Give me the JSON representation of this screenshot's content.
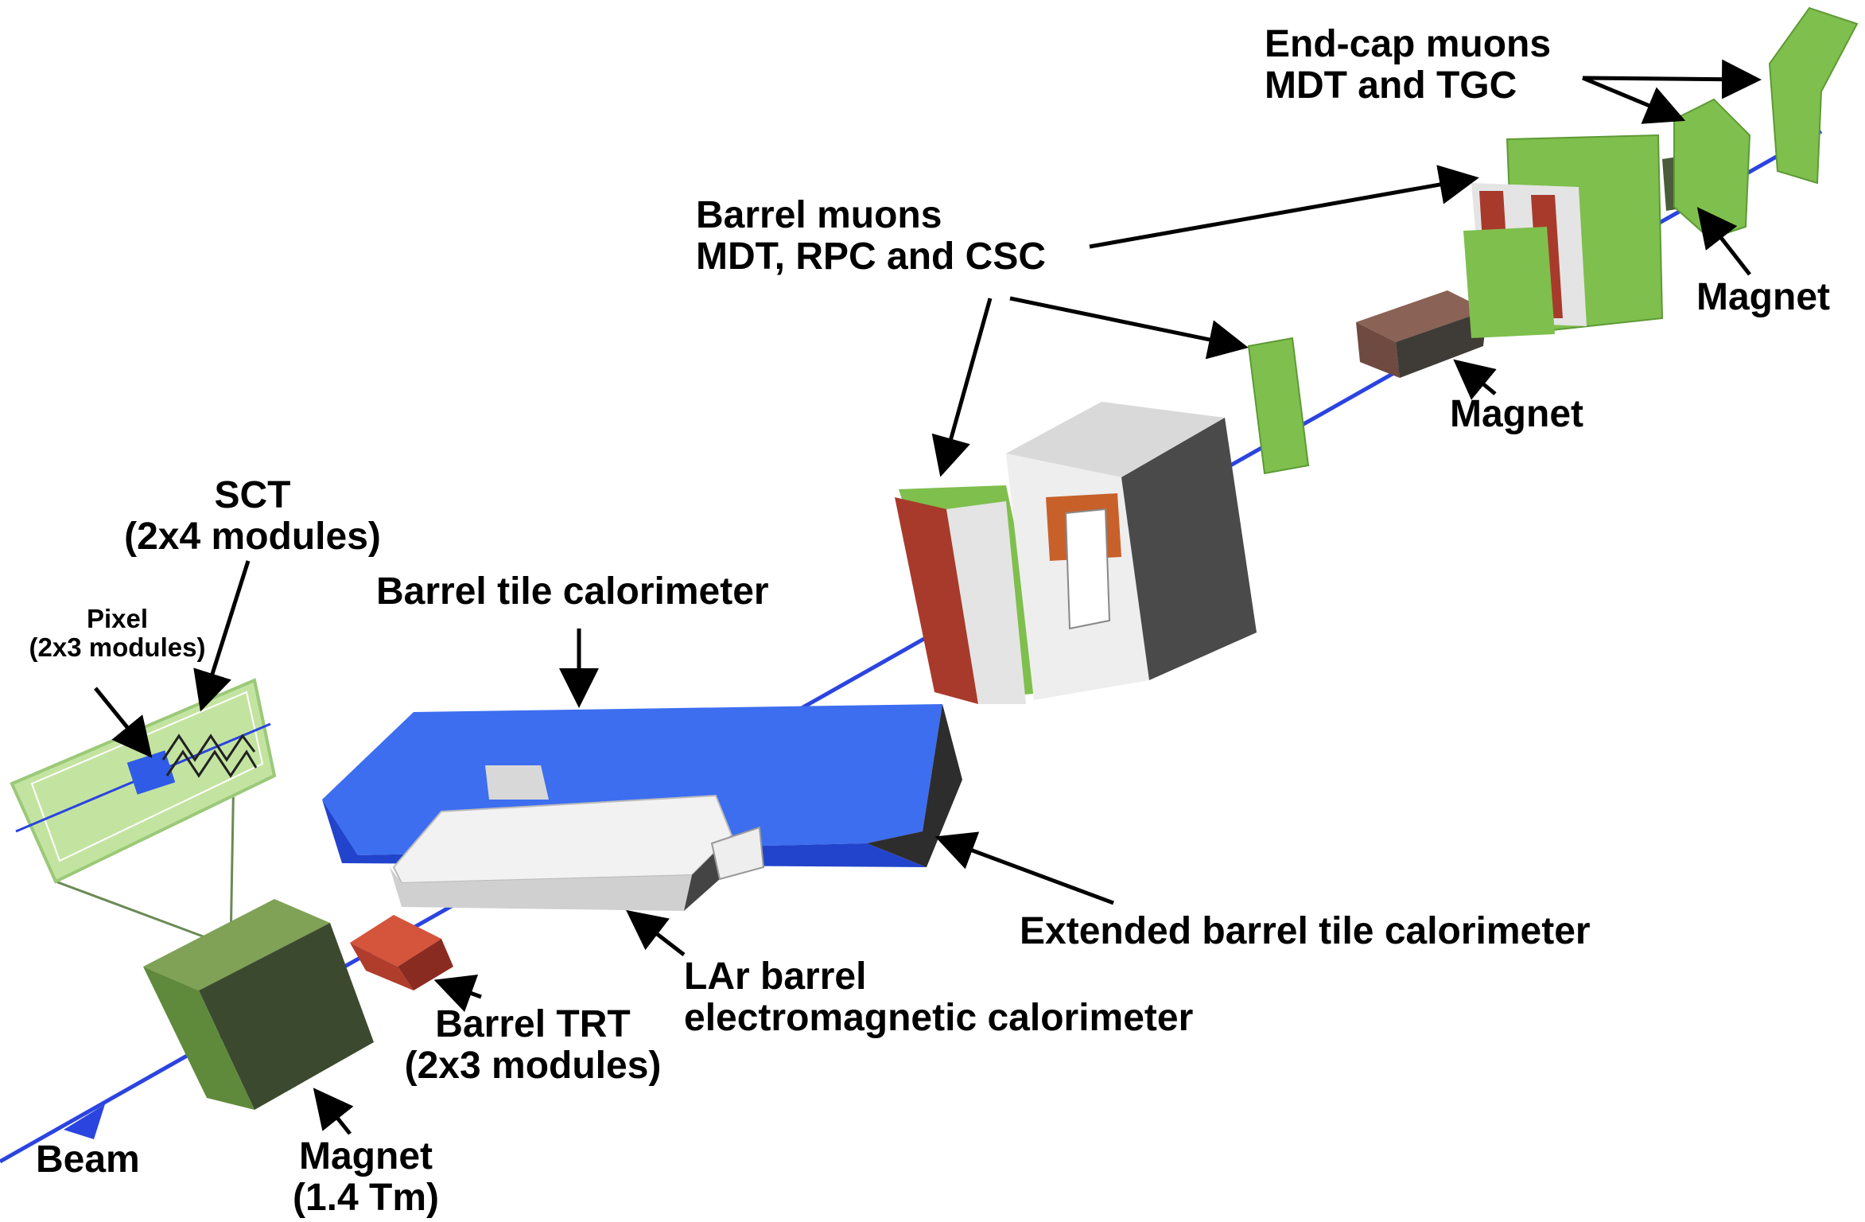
{
  "labels": {
    "endcap_muons": [
      "End-cap muons",
      "MDT and TGC"
    ],
    "magnet_far": "Magnet",
    "barrel_muons": [
      "Barrel muons",
      "MDT, RPC and CSC"
    ],
    "magnet_mid": "Magnet",
    "sct": [
      "SCT",
      "(2x4 modules)"
    ],
    "pixel": [
      "Pixel",
      "(2x3 modules)"
    ],
    "barrel_tile": "Barrel tile calorimeter",
    "extended_tile": "Extended barrel tile calorimeter",
    "lar": [
      "LAr barrel",
      "electromagnetic calorimeter"
    ],
    "trt": [
      "Barrel TRT",
      "(2x3 modules)"
    ],
    "beam": "Beam",
    "magnet_near": [
      "Magnet",
      "(1.4 Tm)"
    ]
  },
  "colors": {
    "beam": "#2b44e0",
    "tile_blue": "#2f5be6",
    "muon_green": "#7fbf4d",
    "magnet_green": "#5f8a3c",
    "dark": "#3c3c3c",
    "red": "#a83a2c",
    "copper": "#c8602a",
    "white_panel": "#e4e4e4",
    "magnet_brown": "#6e4a40",
    "tracker_green": "#c3e4a0"
  }
}
